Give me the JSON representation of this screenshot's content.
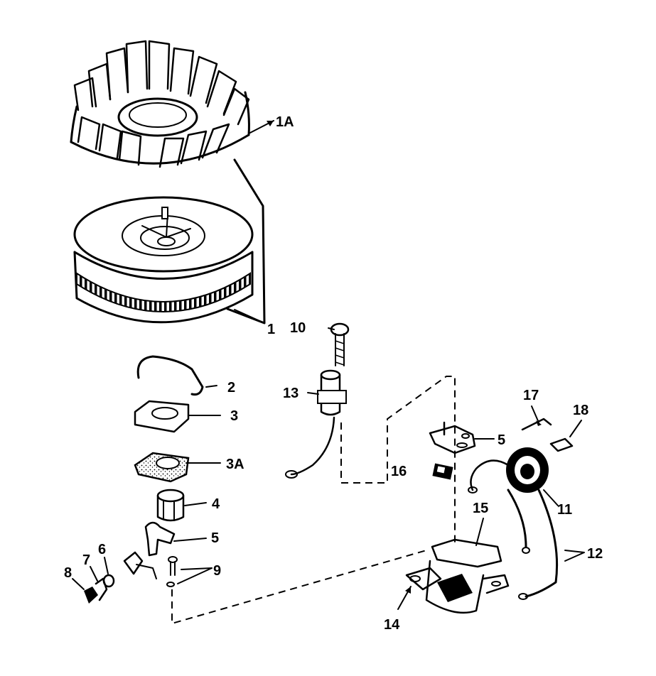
{
  "labels": {
    "p1A": "1A",
    "p1": "1",
    "p2": "2",
    "p3": "3",
    "p3A": "3A",
    "p4": "4",
    "p5a": "5",
    "p5b": "5",
    "p6": "6",
    "p7": "7",
    "p8": "8",
    "p9": "9",
    "p10": "10",
    "p11": "11",
    "p12": "12",
    "p13": "13",
    "p14": "14",
    "p15": "15",
    "p16": "16",
    "p17": "17",
    "p18": "18"
  },
  "colors": {
    "ink": "#000000",
    "paper": "#ffffff"
  }
}
